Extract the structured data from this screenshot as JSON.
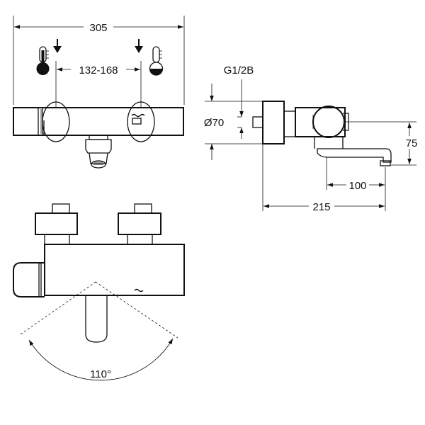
{
  "dimensions": {
    "overall_width": "305",
    "inlet_spacing": "132-168",
    "thread": "G1/2B",
    "body_diameter": "Ø70",
    "spout_height": "75",
    "spout_reach": "100",
    "overall_depth": "215",
    "swivel_angle": "110°"
  },
  "icons": {
    "hot_inlet": "thermometer-hot-icon",
    "cold_inlet": "thermometer-cold-icon",
    "flow_arrows": "down-arrow-icon"
  }
}
